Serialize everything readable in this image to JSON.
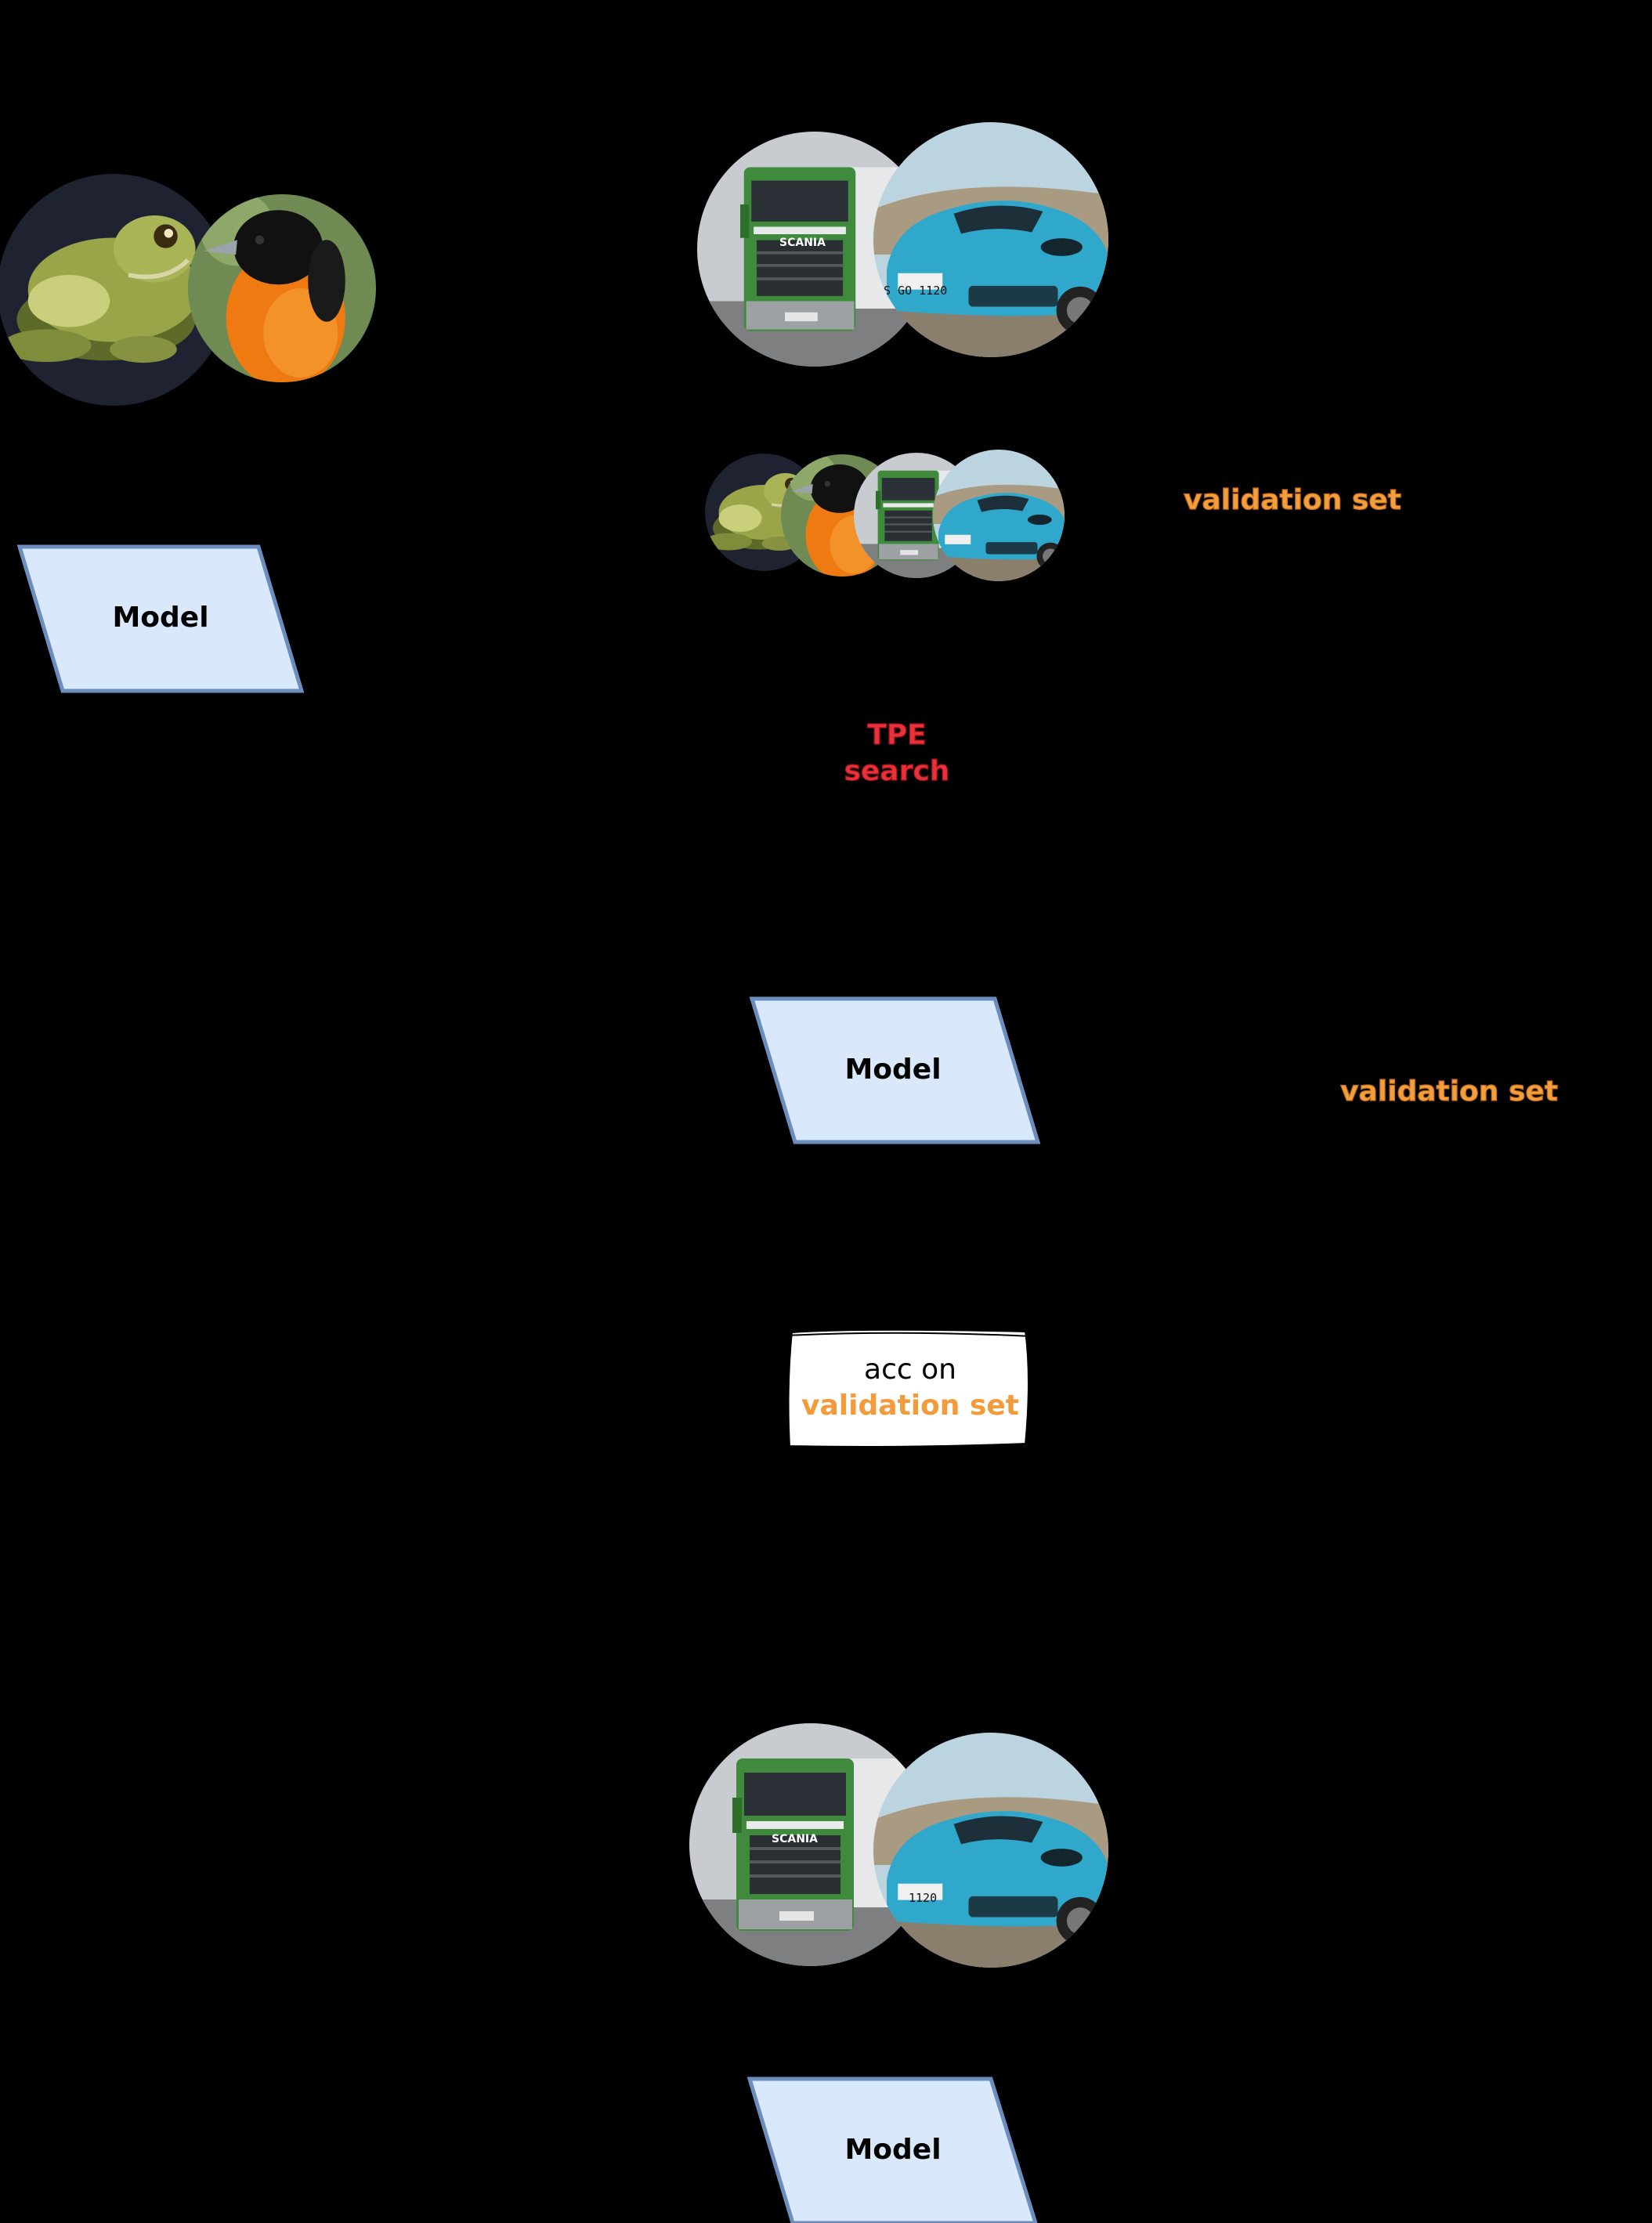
{
  "diagram": {
    "train_images": {
      "images": [
        {
          "name": "frog",
          "colors": {
            "bg": "#1f2230",
            "body": "#9aa54a",
            "light": "#c9cf7a",
            "dark": "#5e6a2a"
          }
        },
        {
          "name": "oriole-bird",
          "colors": {
            "bg": "#6f8a52",
            "body": "#f07a12",
            "head": "#111111"
          }
        }
      ]
    },
    "vehicle_images_top": {
      "images": [
        {
          "name": "scania-truck",
          "colors": {
            "bg": "#c8ccd0",
            "cab": "#3f8a3c",
            "grille": "#2a2f33"
          }
        },
        {
          "name": "porsche-car",
          "colors": {
            "bg": "#bcd4e0",
            "body": "#2fa8cc",
            "road": "#8a7e6c"
          }
        }
      ],
      "truck_brand": "SCANIA",
      "plate": "S GO 1120"
    },
    "mixed_images": {
      "images": [
        "frog",
        "oriole-bird",
        "scania-truck",
        "porsche-car"
      ]
    },
    "model_boxes": [
      {
        "label": "Model",
        "fill": "#dae8fc",
        "stroke": "#6c8ebf"
      },
      {
        "label": "Model",
        "fill": "#dae8fc",
        "stroke": "#6c8ebf"
      },
      {
        "label": "Model",
        "fill": "#dae8fc",
        "stroke": "#6c8ebf"
      }
    ],
    "validation_label_1": "validation set",
    "validation_label_2": "validation set",
    "tpe_label": {
      "line1": "TPE",
      "line2": "search"
    },
    "acc_box": {
      "line1": "acc on",
      "line2": "validation set"
    },
    "vehicle_images_bottom": {
      "images": [
        "scania-truck",
        "porsche-car"
      ],
      "truck_brand": "SCANIA",
      "plate": "1120"
    },
    "colors": {
      "background": "#000000",
      "orange": "#f39a3a",
      "red": "#e8313a",
      "model_fill": "#dae8fc",
      "model_stroke": "#6c8ebf"
    }
  }
}
